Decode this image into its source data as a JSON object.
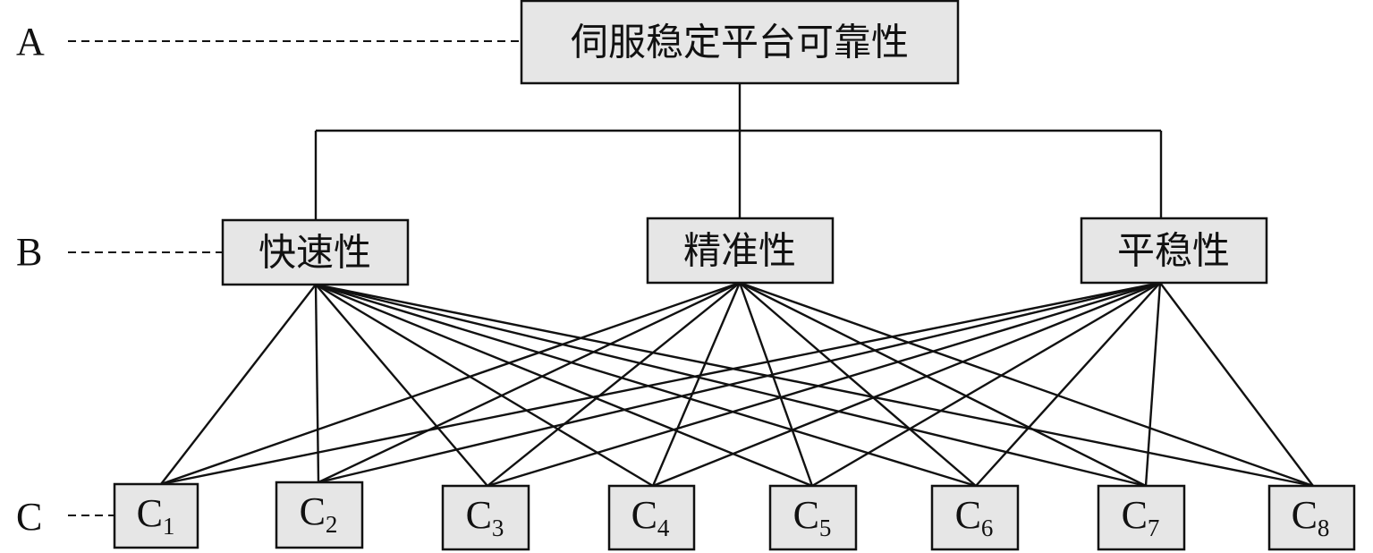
{
  "levels": [
    {
      "label": "A"
    },
    {
      "label": "B"
    },
    {
      "label": "C"
    }
  ],
  "goal": {
    "label": "伺服稳定平台可靠性"
  },
  "criteria": [
    {
      "label": "快速性"
    },
    {
      "label": "精准性"
    },
    {
      "label": "平稳性"
    }
  ],
  "indicators": [
    {
      "letter": "C",
      "sub": "1"
    },
    {
      "letter": "C",
      "sub": "2"
    },
    {
      "letter": "C",
      "sub": "3"
    },
    {
      "letter": "C",
      "sub": "4"
    },
    {
      "letter": "C",
      "sub": "5"
    },
    {
      "letter": "C",
      "sub": "6"
    },
    {
      "letter": "C",
      "sub": "7"
    },
    {
      "letter": "C",
      "sub": "8"
    }
  ],
  "colors": {
    "box_fill": "#e6e6e6",
    "line": "#111111"
  }
}
